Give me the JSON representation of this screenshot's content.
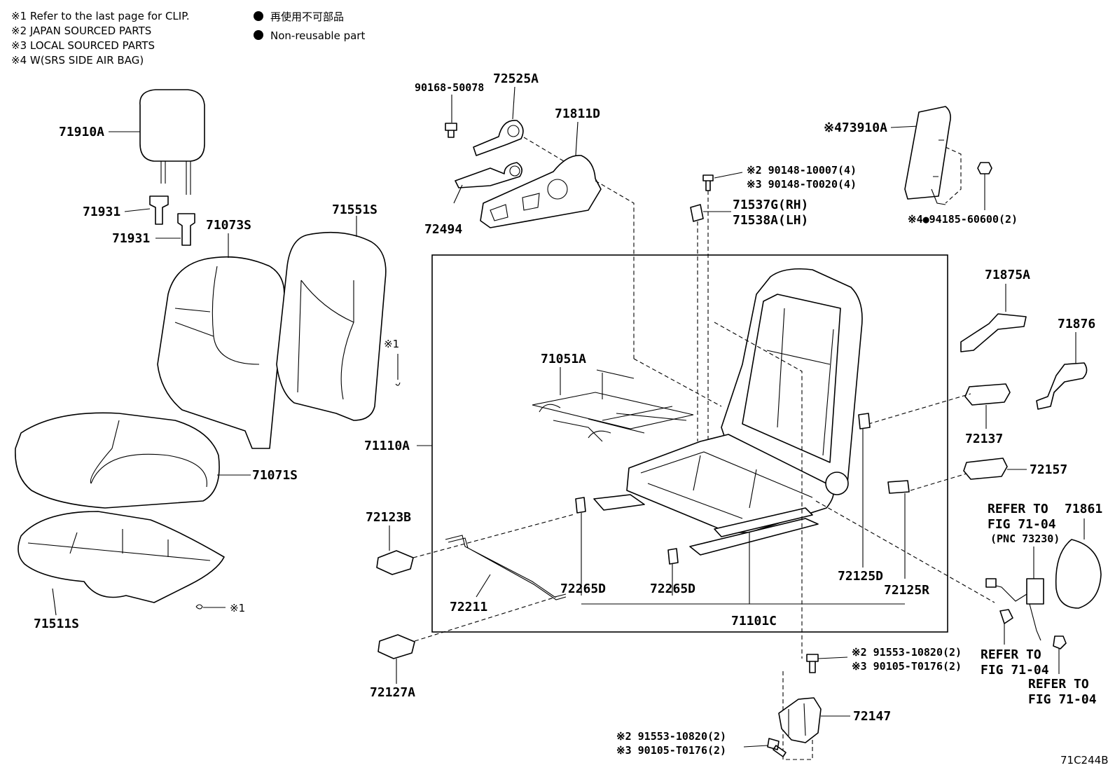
{
  "notes": [
    "※1  Refer to the last page for CLIP.",
    "※2  JAPAN SOURCED PARTS",
    "※3  LOCAL SOURCED PARTS",
    "※4  W(SRS SIDE AIR BAG)"
  ],
  "legend": {
    "item1": "再使用不可部品",
    "item2": "Non-reusable part"
  },
  "labels": {
    "p71910A": "71910A",
    "p71931a": "71931",
    "p71931b": "71931",
    "p71073S": "71073S",
    "p71551S": "71551S",
    "p71071S": "71071S",
    "p71511S": "71511S",
    "clip1a": "※1",
    "clip1b": "※1",
    "p90168": "90168-50078",
    "p72525A": "72525A",
    "p71811D": "71811D",
    "p72494": "72494",
    "p73910A": "※473910A",
    "p90148a": "※2 90148-10007(4)",
    "p90148b": "※3 90148-T0020(4)",
    "p71537G": "71537G(RH)",
    "p71538A": "71538A(LH)",
    "p94185": "※4●94185-60600(2)",
    "p71110A": "71110A",
    "p71051A": "71051A",
    "p71875A": "71875A",
    "p71876": "71876",
    "p72137": "72137",
    "p72157": "72157",
    "p72123B": "72123B",
    "p72211": "72211",
    "p72265Da": "72265D",
    "p72265Db": "72265D",
    "p72125D": "72125D",
    "p72125R": "72125R",
    "p71101C": "71101C",
    "p72127A": "72127A",
    "ref1a": "REFER TO",
    "ref1b": "FIG 71-04",
    "ref1c": "(PNC 73230)",
    "p71861": "71861",
    "ref2a": "REFER TO",
    "ref2b": "FIG 71-04",
    "ref3a": "REFER TO",
    "ref3b": "FIG 71-04",
    "p91553a": "※2 91553-10820(2)",
    "p90105a": "※3 90105-T0176(2)",
    "p72147": "72147",
    "p91553b": "※2 91553-10820(2)",
    "p90105b": "※3 90105-T0176(2)",
    "figure_code": "71C244B"
  }
}
